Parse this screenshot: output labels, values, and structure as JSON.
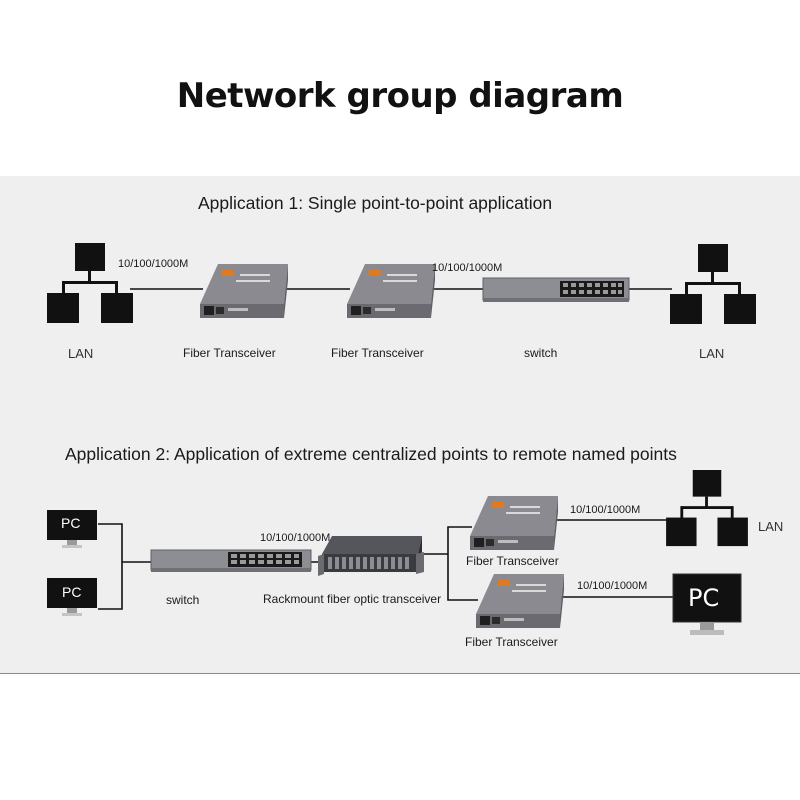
{
  "title": "Network group diagram",
  "colors": {
    "panel": "#efefef",
    "device_body": "#7a7a80",
    "port_block": "#1a1a1a",
    "icon_dark": "#111111",
    "wire": "#111111"
  },
  "app1": {
    "heading": "Application 1: Single point-to-point application",
    "speed_left": "10/100/1000M",
    "speed_right": "10/100/1000M",
    "lan_left": "LAN",
    "transceiver_1": "Fiber Transceiver",
    "transceiver_2": "Fiber Transceiver",
    "switch": "switch",
    "lan_right": "LAN"
  },
  "app2": {
    "heading": "Application 2: Application of extreme centralized points to remote named points",
    "pc_top": "PC",
    "pc_bottom": "PC",
    "switch": "switch",
    "speed_rack": "10/100/1000M",
    "rackmount": "Rackmount fiber optic transceiver",
    "transceiver_top": "Fiber Transceiver",
    "transceiver_bottom": "Fiber Transceiver",
    "speed_top": "10/100/1000M",
    "speed_bottom": "10/100/1000M",
    "lan": "LAN",
    "pc_large": "PC"
  }
}
